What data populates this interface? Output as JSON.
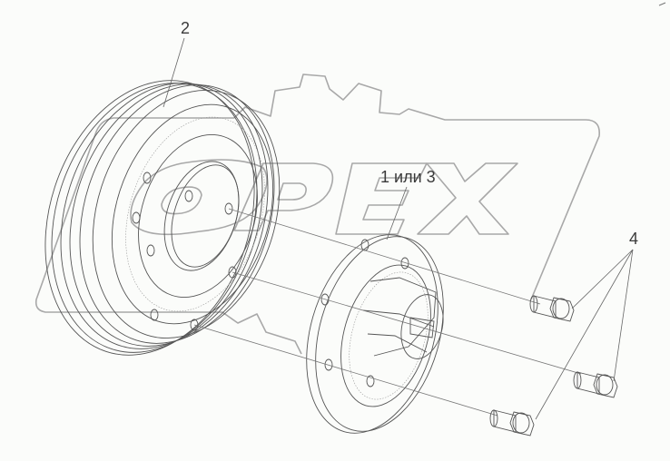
{
  "diagram": {
    "type": "exploded-parts-view",
    "watermark": {
      "text": "OPEX",
      "color": "#a8a8a8"
    },
    "background_color": "#fbfcfa",
    "line_color": "#555555",
    "callouts": [
      {
        "id": "2",
        "label": "2",
        "part": "pulley"
      },
      {
        "id": "1or3",
        "label": "1 или 3",
        "part": "hub-flange"
      },
      {
        "id": "4",
        "label": "4",
        "part": "bolts"
      }
    ],
    "parts": [
      {
        "name": "pulley",
        "callout": "2",
        "bolt_holes": 8
      },
      {
        "name": "hub-flange",
        "callout": "1 или 3",
        "bolt_holes": 6
      },
      {
        "name": "bolt",
        "callout": "4",
        "count": 3
      }
    ]
  }
}
